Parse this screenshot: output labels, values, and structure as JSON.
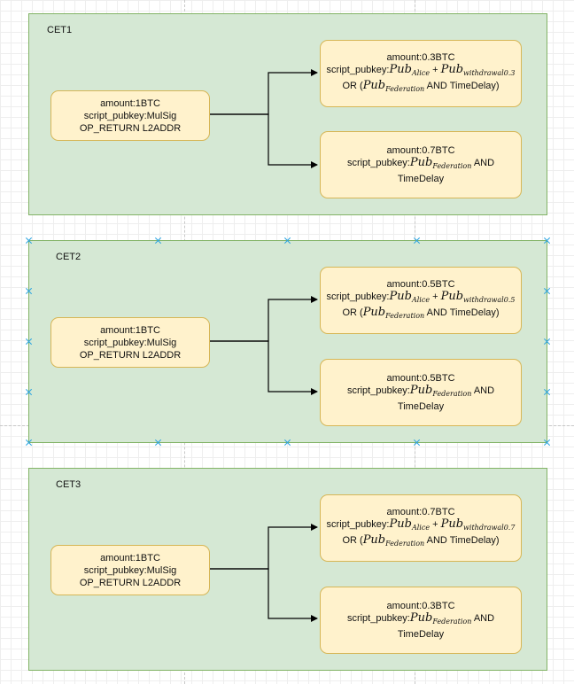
{
  "panels": [
    {
      "title": "CET1",
      "input": {
        "line1": "amount:1BTC",
        "line2": "script_pubkey:MulSig",
        "line3": "OP_RETURN L2ADDR"
      },
      "out1": {
        "amount": "amount:0.3BTC",
        "prefix": "script_pubkey:",
        "pub": "Pub",
        "sub_a": "Alice",
        "plus": " + ",
        "sub_w": "withdrawal0.3",
        "or_prefix": "OR (",
        "sub_f": "Federation",
        "suffix": " AND TimeDelay)"
      },
      "out2": {
        "amount": "amount:0.7BTC",
        "prefix": "script_pubkey:",
        "pub": "Pub",
        "sub_f": "Federation",
        "and": " AND",
        "line3": "TimeDelay"
      }
    },
    {
      "title": "CET2",
      "input": {
        "line1": "amount:1BTC",
        "line2": "script_pubkey:MulSig",
        "line3": "OP_RETURN L2ADDR"
      },
      "out1": {
        "amount": "amount:0.5BTC",
        "prefix": "script_pubkey:",
        "pub": "Pub",
        "sub_a": "Alice",
        "plus": " + ",
        "sub_w": "withdrawal0.5",
        "or_prefix": "OR (",
        "sub_f": "Federation",
        "suffix": " AND TimeDelay)"
      },
      "out2": {
        "amount": "amount:0.5BTC",
        "prefix": "script_pubkey:",
        "pub": "Pub",
        "sub_f": "Federation",
        "and": " AND",
        "line3": "TimeDelay"
      }
    },
    {
      "title": "CET3",
      "input": {
        "line1": "amount:1BTC",
        "line2": "script_pubkey:MulSig",
        "line3": "OP_RETURN L2ADDR"
      },
      "out1": {
        "amount": "amount:0.7BTC",
        "prefix": "script_pubkey:",
        "pub": "Pub",
        "sub_a": "Alice",
        "plus": " + ",
        "sub_w": "withdrawal0.7",
        "or_prefix": "OR (",
        "sub_f": "Federation",
        "suffix": " AND TimeDelay)"
      },
      "out2": {
        "amount": "amount:0.3BTC",
        "prefix": "script_pubkey:",
        "pub": "Pub",
        "sub_f": "Federation",
        "and": " AND",
        "line3": "TimeDelay"
      }
    }
  ],
  "colors": {
    "panel_fill": "#d5e8d4",
    "panel_border": "#82b366",
    "box_fill": "#fff2cc",
    "box_border": "#d6b656",
    "selection_handle": "#29a3e0"
  }
}
